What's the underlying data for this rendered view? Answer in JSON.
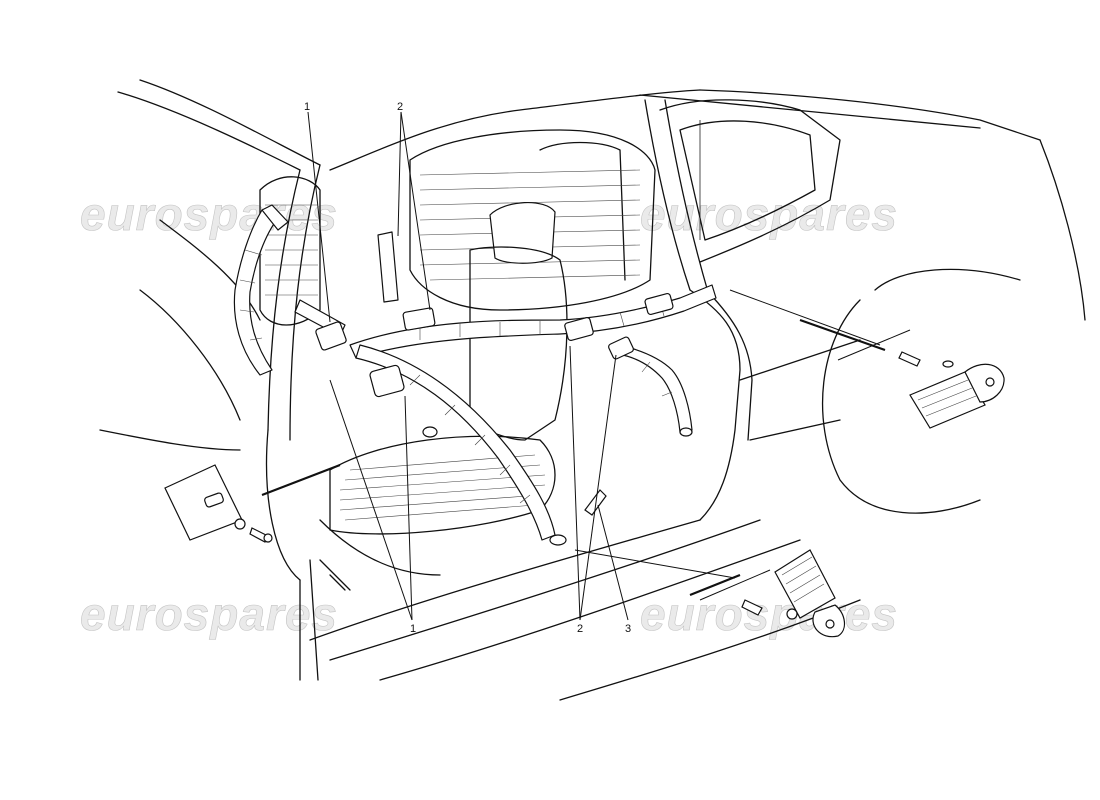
{
  "callouts": [
    {
      "id": "c1a",
      "text": "1"
    },
    {
      "id": "c2a",
      "text": "2"
    },
    {
      "id": "c1b",
      "text": "1"
    },
    {
      "id": "c2b",
      "text": "2"
    },
    {
      "id": "c3",
      "text": "3"
    }
  ],
  "watermark": {
    "text": "eurospares"
  },
  "colors": {
    "line": "#111111",
    "background": "#ffffff",
    "watermark": "#d8d8d8"
  }
}
